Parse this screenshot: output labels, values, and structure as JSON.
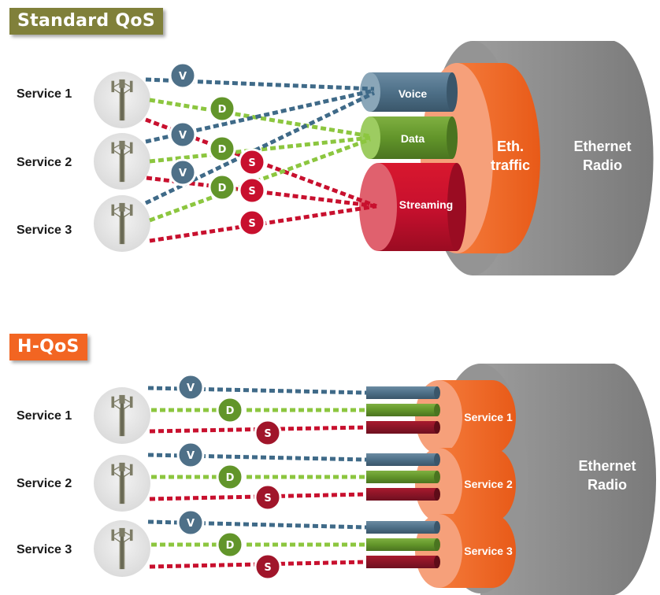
{
  "colors": {
    "voice": "#4e7088",
    "data": "#62952a",
    "streaming": "#c8102e",
    "streaming_dark": "#8e1526",
    "eth_traffic": "#f26522",
    "eth_traffic_light": "#f6a07a",
    "radio": "#8a8a8a",
    "badge_standard": "#80803a",
    "badge_hqos": "#f26522",
    "tower_circle": "#e4e4e4"
  },
  "standard": {
    "badge": "Standard QoS",
    "services": [
      "Service 1",
      "Service 2",
      "Service 3"
    ],
    "markers": {
      "voice": "V",
      "data": "D",
      "streaming": "S"
    },
    "tubes": [
      "Voice",
      "Data",
      "Streaming"
    ],
    "eth_traffic": [
      "Eth.",
      "traffic"
    ],
    "radio": [
      "Ethernet",
      "Radio"
    ]
  },
  "hqos": {
    "badge": "H-QoS",
    "services": [
      "Service 1",
      "Service 2",
      "Service 3"
    ],
    "markers": {
      "voice": "V",
      "data": "D",
      "streaming": "S"
    },
    "bundles": [
      "Service 1",
      "Service 2",
      "Service 3"
    ],
    "radio": [
      "Ethernet",
      "Radio"
    ]
  }
}
